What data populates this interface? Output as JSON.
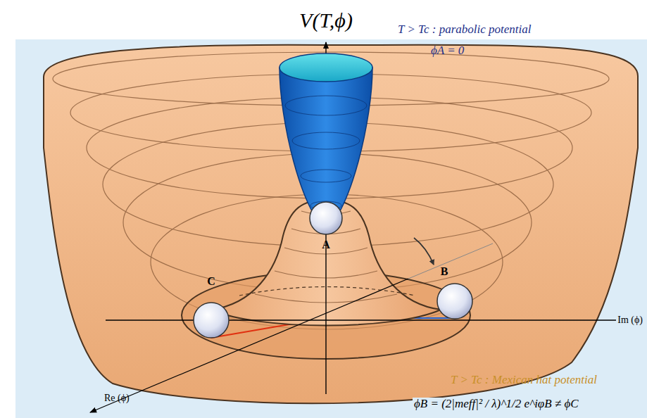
{
  "diagram": {
    "labels": [
      "V(T,ϕ)",
      "T > Tc : parabolic potential",
      "ϕA = 0",
      "A",
      "B",
      "C",
      "Im (ϕ)",
      "Re (ϕ)",
      "T > Tc : Mexican hat potential",
      "ϕB = (2|meff|² / λ)^1/2 e^iφB ≠ ϕC"
    ]
  }
}
